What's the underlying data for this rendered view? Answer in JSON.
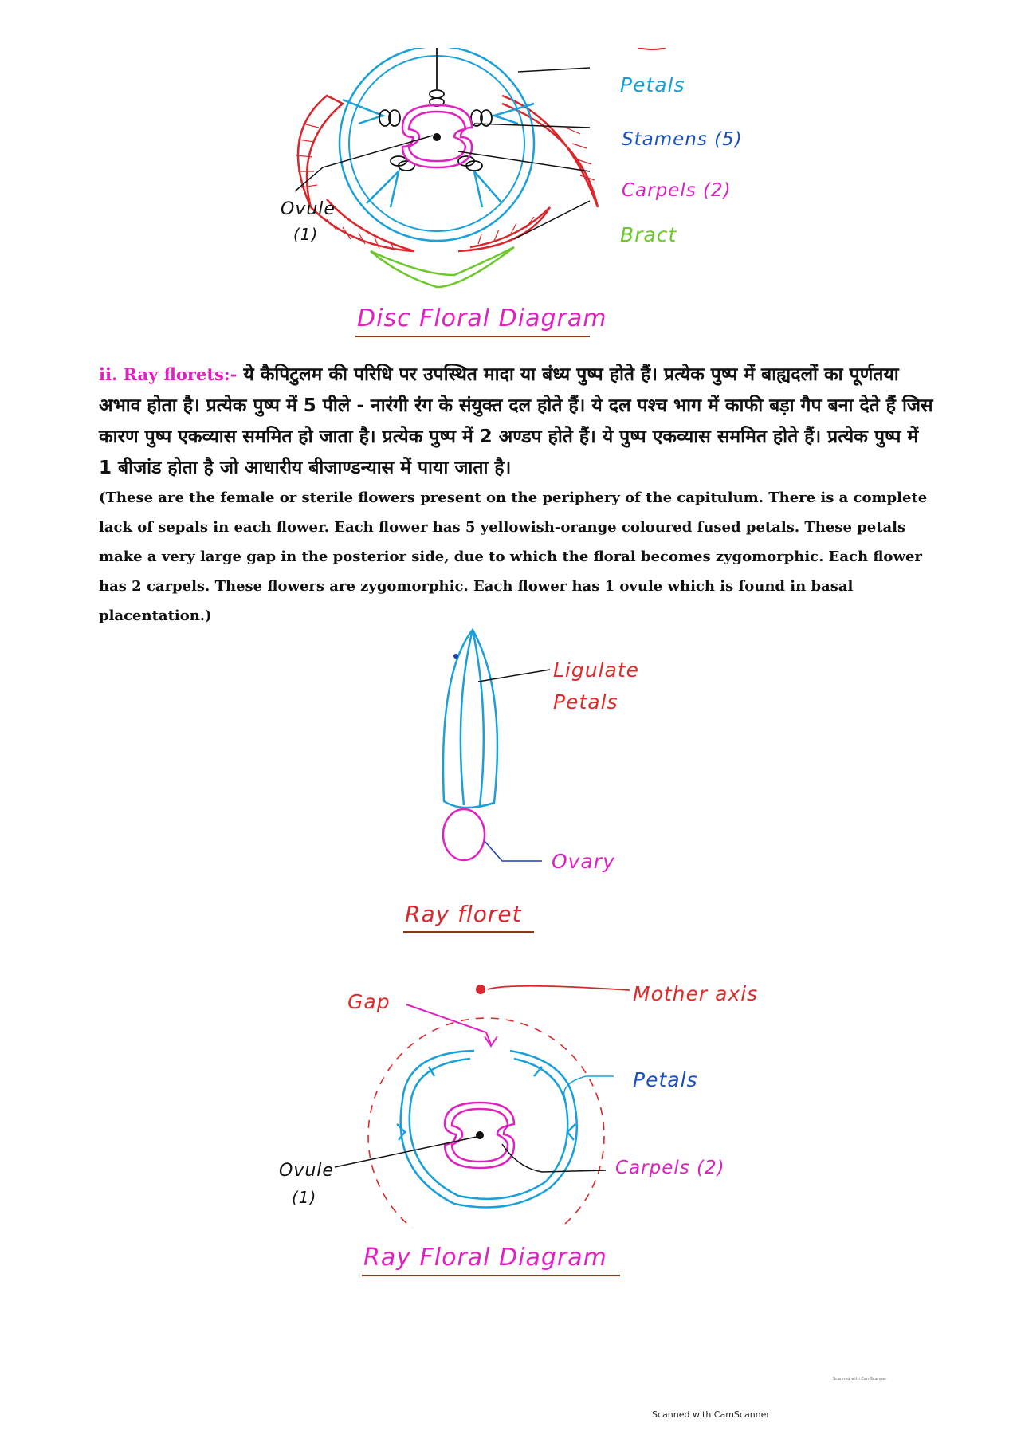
{
  "disc_diagram": {
    "labels": {
      "petals": "Petals",
      "stamens": "Stamens (5)",
      "carpels": "Carpels (2)",
      "bract": "Bract",
      "ovule": "Ovule",
      "ovule_count": "(1)"
    },
    "caption": "Disc Floral Diagram"
  },
  "ray_section": {
    "heading": "ii. Ray florets:-",
    "hindi_text": "ये कैपिटुलम की परिधि पर उपस्थित मादा या बंध्य पुष्प होते हैं। प्रत्येक पुष्प में बाह्यदलों का पूर्णतया अभाव होता है। प्रत्येक पुष्प में 5 पीले - नारंगी रंग के संयुक्त दल होते हैं। ये दल पश्च भाग में काफी बड़ा गैप बना देते हैं जिस कारण पुष्प एकव्यास सममित हो जाता है। प्रत्येक पुष्प में 2 अण्डप होते हैं। ये पुष्प एकव्यास सममित होते हैं। प्रत्येक पुष्प में 1 बीजांड होता है जो आधारीय बीजाण्डन्यास में पाया जाता है।",
    "english_text": "(These are the female or sterile flowers present on the periphery of the capitulum. There is a complete lack of sepals in each flower. Each flower has 5 yellowish-orange coloured fused petals. These petals make a very large gap in the posterior side, due to which the floral becomes zygomorphic. Each flower has 2 carpels. These flowers are zygomorphic. Each flower has 1 ovule which is found in basal placentation.)"
  },
  "ray_floret_diagram": {
    "labels": {
      "ligulate": "Ligulate",
      "petals": "Petals",
      "ovary": "Ovary"
    },
    "caption": "Ray floret"
  },
  "ray_floral_diagram": {
    "labels": {
      "gap": "Gap",
      "mother_axis": "Mother axis",
      "petals": "Petals",
      "carpels": "Carpels (2)",
      "ovule": "Ovule",
      "ovule_count": "(1)"
    },
    "caption": "Ray Floral Diagram"
  },
  "footer": {
    "small": "Scanned with CamScanner",
    "main": "Scanned with CamScanner"
  },
  "colors": {
    "blue": "#1aa0d8",
    "red": "#d8282e",
    "magenta": "#e020c0",
    "green": "#6cc82a",
    "dark": "#111111",
    "caption_underline": "#8a3a18"
  }
}
